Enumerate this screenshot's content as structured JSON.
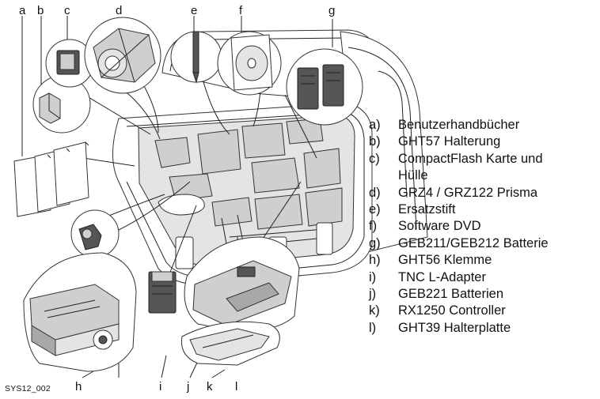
{
  "callouts": [
    "a",
    "b",
    "c",
    "d",
    "e",
    "f",
    "g",
    "h",
    "i",
    "j",
    "k",
    "l"
  ],
  "legend": [
    {
      "key": "a)",
      "text": "Benutzerhandbücher"
    },
    {
      "key": "b)",
      "text": "GHT57 Halterung"
    },
    {
      "key": "c)",
      "text": "CompactFlash Karte und Hülle"
    },
    {
      "key": "d)",
      "text": "GRZ4 / GRZ122 Prisma"
    },
    {
      "key": "e)",
      "text": "Ersatzstift"
    },
    {
      "key": "f)",
      "text": "Software DVD"
    },
    {
      "key": "g)",
      "text": "GEB211/GEB212 Batterie"
    },
    {
      "key": "h)",
      "text": "GHT56 Klemme"
    },
    {
      "key": "i)",
      "text": "TNC L-Adapter"
    },
    {
      "key": "j)",
      "text": "GEB221 Batterien"
    },
    {
      "key": "k)",
      "text": "RX1250 Controller"
    },
    {
      "key": "l)",
      "text": "GHT39 Halterplatte"
    }
  ],
  "figure_code": "SYS12_002"
}
